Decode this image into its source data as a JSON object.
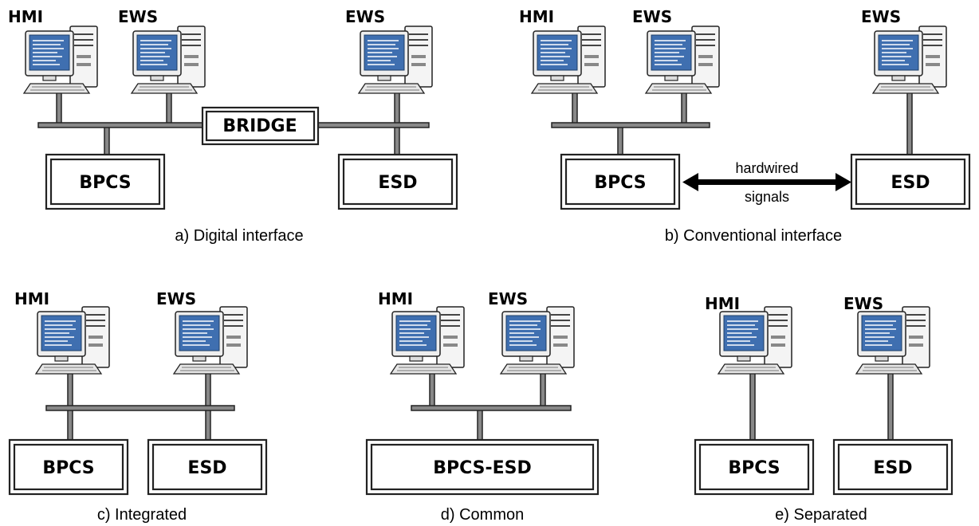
{
  "colors": {
    "screen": "#3f6fb0",
    "tower": "#f2f2f2",
    "outline": "#222222",
    "bus_fill": "#888888"
  },
  "panels": {
    "a": {
      "caption": "a) Digital interface",
      "computers": [
        "HMI",
        "EWS",
        "EWS"
      ],
      "bridge": "BRIDGE",
      "boxes": [
        "BPCS",
        "ESD"
      ]
    },
    "b": {
      "caption": "b) Conventional interface",
      "computers": [
        "HMI",
        "EWS",
        "EWS"
      ],
      "boxes": [
        "BPCS",
        "ESD"
      ],
      "signal_line1": "hardwired",
      "signal_line2": "signals"
    },
    "c": {
      "caption": "c) Integrated",
      "computers": [
        "HMI",
        "EWS"
      ],
      "boxes": [
        "BPCS",
        "ESD"
      ]
    },
    "d": {
      "caption": "d) Common",
      "computers": [
        "HMI",
        "EWS"
      ],
      "boxes": [
        "BPCS-ESD"
      ]
    },
    "e": {
      "caption": "e) Separated",
      "computers": [
        "HMI",
        "EWS"
      ],
      "boxes": [
        "BPCS",
        "ESD"
      ]
    }
  }
}
